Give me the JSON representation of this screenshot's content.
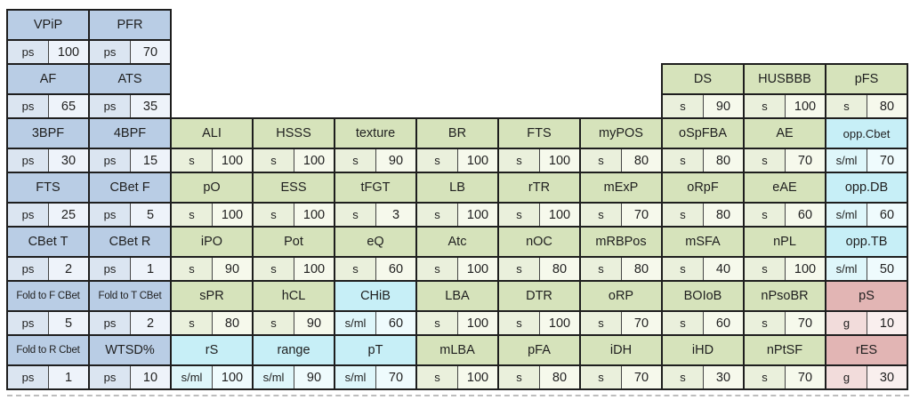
{
  "palette": {
    "blue": {
      "title": "#b9cde5",
      "unit": "#dbe5f1",
      "num": "#eef3fa"
    },
    "green": {
      "title": "#d6e3bb",
      "unit": "#eaf0dc",
      "num": "#f6f9ec"
    },
    "cyan": {
      "title": "#c7eff7",
      "unit": "#def6fa",
      "num": "#effbfd"
    },
    "pink": {
      "title": "#e2b5b4",
      "unit": "#f2dcdb",
      "num": "#f9efee"
    },
    "border": "#1e1e1e",
    "text": "#1f1f1f",
    "page_break_line": "#bdbdbd"
  },
  "cells": [
    {
      "label": "VPiP",
      "unit": "ps",
      "value": "100",
      "col": 1,
      "row": 1,
      "family": "blue"
    },
    {
      "label": "PFR",
      "unit": "ps",
      "value": "70",
      "col": 2,
      "row": 1,
      "family": "blue"
    },
    {
      "label": "AF",
      "unit": "ps",
      "value": "65",
      "col": 1,
      "row": 2,
      "family": "blue"
    },
    {
      "label": "ATS",
      "unit": "ps",
      "value": "35",
      "col": 2,
      "row": 2,
      "family": "blue"
    },
    {
      "label": "3BPF",
      "unit": "ps",
      "value": "30",
      "col": 1,
      "row": 3,
      "family": "blue"
    },
    {
      "label": "4BPF",
      "unit": "ps",
      "value": "15",
      "col": 2,
      "row": 3,
      "family": "blue"
    },
    {
      "label": "FTS",
      "unit": "ps",
      "value": "25",
      "col": 1,
      "row": 4,
      "family": "blue"
    },
    {
      "label": "CBet F",
      "unit": "ps",
      "value": "5",
      "col": 2,
      "row": 4,
      "family": "blue"
    },
    {
      "label": "CBet T",
      "unit": "ps",
      "value": "2",
      "col": 1,
      "row": 5,
      "family": "blue"
    },
    {
      "label": "CBet R",
      "unit": "ps",
      "value": "1",
      "col": 2,
      "row": 5,
      "family": "blue"
    },
    {
      "label": "Fold to F CBet",
      "unit": "ps",
      "value": "5",
      "col": 1,
      "row": 6,
      "family": "blue"
    },
    {
      "label": "Fold to T CBet",
      "unit": "ps",
      "value": "2",
      "col": 2,
      "row": 6,
      "family": "blue"
    },
    {
      "label": "Fold to R Cbet",
      "unit": "ps",
      "value": "1",
      "col": 1,
      "row": 7,
      "family": "blue"
    },
    {
      "label": "WTSD%",
      "unit": "ps",
      "value": "10",
      "col": 2,
      "row": 7,
      "family": "blue"
    },
    {
      "label": "DS",
      "unit": "s",
      "value": "90",
      "col": 9,
      "row": 2,
      "family": "green"
    },
    {
      "label": "HUSBBB",
      "unit": "s",
      "value": "100",
      "col": 10,
      "row": 2,
      "family": "green"
    },
    {
      "label": "pFS",
      "unit": "s",
      "value": "80",
      "col": 11,
      "row": 2,
      "family": "green"
    },
    {
      "label": "ALI",
      "unit": "s",
      "value": "100",
      "col": 3,
      "row": 3,
      "family": "green"
    },
    {
      "label": "HSSS",
      "unit": "s",
      "value": "100",
      "col": 4,
      "row": 3,
      "family": "green"
    },
    {
      "label": "texture",
      "unit": "s",
      "value": "90",
      "col": 5,
      "row": 3,
      "family": "green"
    },
    {
      "label": "BR",
      "unit": "s",
      "value": "100",
      "col": 6,
      "row": 3,
      "family": "green"
    },
    {
      "label": "FTS",
      "unit": "s",
      "value": "100",
      "col": 7,
      "row": 3,
      "family": "green"
    },
    {
      "label": "myPOS",
      "unit": "s",
      "value": "80",
      "col": 8,
      "row": 3,
      "family": "green"
    },
    {
      "label": "oSpFBA",
      "unit": "s",
      "value": "80",
      "col": 9,
      "row": 3,
      "family": "green"
    },
    {
      "label": "AE",
      "unit": "s",
      "value": "70",
      "col": 10,
      "row": 3,
      "family": "green"
    },
    {
      "label": "opp.Cbet",
      "unit": "s/ml",
      "value": "70",
      "col": 11,
      "row": 3,
      "family": "cyan"
    },
    {
      "label": "pO",
      "unit": "s",
      "value": "100",
      "col": 3,
      "row": 4,
      "family": "green"
    },
    {
      "label": "ESS",
      "unit": "s",
      "value": "100",
      "col": 4,
      "row": 4,
      "family": "green"
    },
    {
      "label": "tFGT",
      "unit": "s",
      "value": "3",
      "col": 5,
      "row": 4,
      "family": "green"
    },
    {
      "label": "LB",
      "unit": "s",
      "value": "100",
      "col": 6,
      "row": 4,
      "family": "green"
    },
    {
      "label": "rTR",
      "unit": "s",
      "value": "100",
      "col": 7,
      "row": 4,
      "family": "green"
    },
    {
      "label": "mExP",
      "unit": "s",
      "value": "70",
      "col": 8,
      "row": 4,
      "family": "green"
    },
    {
      "label": "oRpF",
      "unit": "s",
      "value": "80",
      "col": 9,
      "row": 4,
      "family": "green"
    },
    {
      "label": "eAE",
      "unit": "s",
      "value": "60",
      "col": 10,
      "row": 4,
      "family": "green"
    },
    {
      "label": "opp.DB",
      "unit": "s/ml",
      "value": "60",
      "col": 11,
      "row": 4,
      "family": "cyan"
    },
    {
      "label": "iPO",
      "unit": "s",
      "value": "90",
      "col": 3,
      "row": 5,
      "family": "green"
    },
    {
      "label": "Pot",
      "unit": "s",
      "value": "100",
      "col": 4,
      "row": 5,
      "family": "green"
    },
    {
      "label": "eQ",
      "unit": "s",
      "value": "60",
      "col": 5,
      "row": 5,
      "family": "green"
    },
    {
      "label": "Atc",
      "unit": "s",
      "value": "100",
      "col": 6,
      "row": 5,
      "family": "green"
    },
    {
      "label": "nOC",
      "unit": "s",
      "value": "80",
      "col": 7,
      "row": 5,
      "family": "green"
    },
    {
      "label": "mRBPos",
      "unit": "s",
      "value": "80",
      "col": 8,
      "row": 5,
      "family": "green"
    },
    {
      "label": "mSFA",
      "unit": "s",
      "value": "40",
      "col": 9,
      "row": 5,
      "family": "green"
    },
    {
      "label": "nPL",
      "unit": "s",
      "value": "100",
      "col": 10,
      "row": 5,
      "family": "green"
    },
    {
      "label": "opp.TB",
      "unit": "s/ml",
      "value": "50",
      "col": 11,
      "row": 5,
      "family": "cyan"
    },
    {
      "label": "sPR",
      "unit": "s",
      "value": "80",
      "col": 3,
      "row": 6,
      "family": "green"
    },
    {
      "label": "hCL",
      "unit": "s",
      "value": "90",
      "col": 4,
      "row": 6,
      "family": "green"
    },
    {
      "label": "CHiB",
      "unit": "s/ml",
      "value": "60",
      "col": 5,
      "row": 6,
      "family": "cyan"
    },
    {
      "label": "LBA",
      "unit": "s",
      "value": "100",
      "col": 6,
      "row": 6,
      "family": "green"
    },
    {
      "label": "DTR",
      "unit": "s",
      "value": "100",
      "col": 7,
      "row": 6,
      "family": "green"
    },
    {
      "label": "oRP",
      "unit": "s",
      "value": "70",
      "col": 8,
      "row": 6,
      "family": "green"
    },
    {
      "label": "BOIoB",
      "unit": "s",
      "value": "60",
      "col": 9,
      "row": 6,
      "family": "green"
    },
    {
      "label": "nPsoBR",
      "unit": "s",
      "value": "70",
      "col": 10,
      "row": 6,
      "family": "green"
    },
    {
      "label": "pS",
      "unit": "g",
      "value": "10",
      "col": 11,
      "row": 6,
      "family": "pink"
    },
    {
      "label": "rS",
      "unit": "s/ml",
      "value": "100",
      "col": 3,
      "row": 7,
      "family": "cyan"
    },
    {
      "label": "range",
      "unit": "s/ml",
      "value": "90",
      "col": 4,
      "row": 7,
      "family": "cyan"
    },
    {
      "label": "pT",
      "unit": "s/ml",
      "value": "70",
      "col": 5,
      "row": 7,
      "family": "cyan"
    },
    {
      "label": "mLBA",
      "unit": "s",
      "value": "100",
      "col": 6,
      "row": 7,
      "family": "green"
    },
    {
      "label": "pFA",
      "unit": "s",
      "value": "80",
      "col": 7,
      "row": 7,
      "family": "green"
    },
    {
      "label": "iDH",
      "unit": "s",
      "value": "70",
      "col": 8,
      "row": 7,
      "family": "green"
    },
    {
      "label": "iHD",
      "unit": "s",
      "value": "30",
      "col": 9,
      "row": 7,
      "family": "green"
    },
    {
      "label": "nPtSF",
      "unit": "s",
      "value": "70",
      "col": 10,
      "row": 7,
      "family": "green"
    },
    {
      "label": "rES",
      "unit": "g",
      "value": "30",
      "col": 11,
      "row": 7,
      "family": "pink"
    }
  ]
}
